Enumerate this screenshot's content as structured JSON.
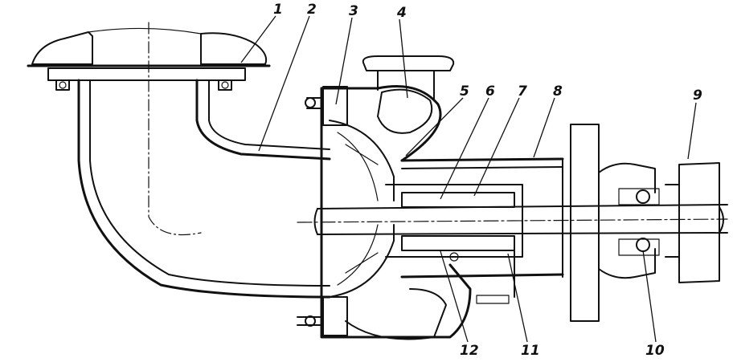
{
  "figure": {
    "background": "#ffffff",
    "ink": "#111111",
    "callouts": [
      {
        "id": "c1",
        "text": "1"
      },
      {
        "id": "c2",
        "text": "2"
      },
      {
        "id": "c3",
        "text": "3"
      },
      {
        "id": "c4",
        "text": "4"
      },
      {
        "id": "c5",
        "text": "5"
      },
      {
        "id": "c6",
        "text": "6"
      },
      {
        "id": "c7",
        "text": "7"
      },
      {
        "id": "c8",
        "text": "8"
      },
      {
        "id": "c9",
        "text": "9"
      },
      {
        "id": "c10",
        "text": "10"
      },
      {
        "id": "c11",
        "text": "11"
      },
      {
        "id": "c12",
        "text": "12"
      }
    ]
  }
}
